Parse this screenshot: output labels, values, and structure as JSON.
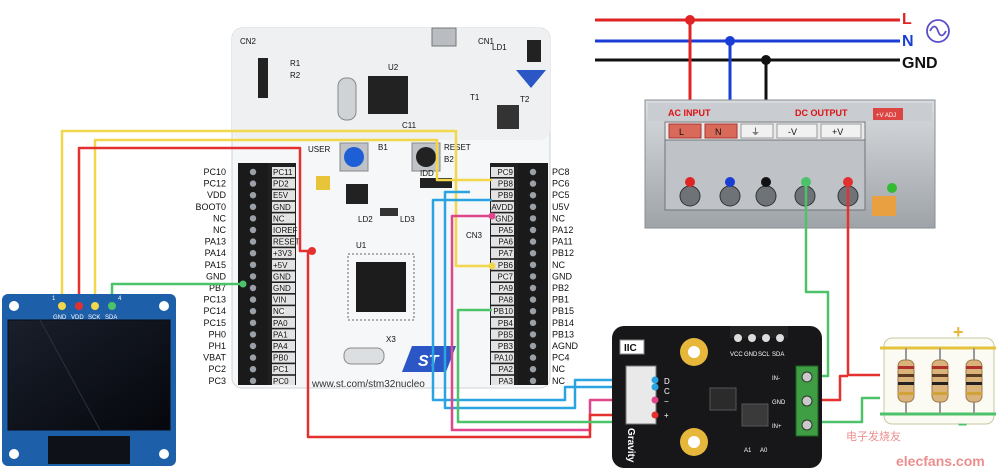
{
  "mains": {
    "labels": [
      {
        "text": "L",
        "color": "#e02424"
      },
      {
        "text": "N",
        "color": "#1a3dd6"
      },
      {
        "text": "GND",
        "color": "#111111"
      }
    ]
  },
  "oled": {
    "pins": [
      "GND",
      "VDD",
      "SCK",
      "SDA"
    ],
    "pin_numbers": [
      "1",
      "4"
    ]
  },
  "nucleo": {
    "left_outer": [
      "PC10",
      "PC12",
      "VDD",
      "BOOT0",
      "NC",
      "NC",
      "PA13",
      "PA14",
      "PA15",
      "GND",
      "PB7",
      "PC13",
      "PC14",
      "PC15",
      "PH0",
      "PH1",
      "VBAT",
      "PC2",
      "PC3"
    ],
    "left_inner": [
      "PC11",
      "PD2",
      "E5V",
      "GND",
      "NC",
      "IOREF",
      "RESET",
      "+3V3",
      "+5V",
      "GND",
      "GND",
      "VIN",
      "NC",
      "PA0",
      "PA1",
      "PA4",
      "PB0",
      "PC1",
      "PC0"
    ],
    "right_inner": [
      "PC9",
      "PB8",
      "PB9",
      "AVDD",
      "GND",
      "PA5",
      "PA6",
      "PA7",
      "PB6",
      "PC7",
      "PA9",
      "PA8",
      "PB10",
      "PB4",
      "PB5",
      "PB3",
      "PA10",
      "PA2",
      "PA3"
    ],
    "right_outer": [
      "PC8",
      "PC6",
      "PC5",
      "U5V",
      "NC",
      "PA12",
      "PA11",
      "PB12",
      "NC",
      "GND",
      "PB2",
      "PB1",
      "PB15",
      "PB14",
      "PB13",
      "AGND",
      "PC4",
      "NC",
      "NC"
    ],
    "board_url": "www.st.com/stm32nucleo",
    "logo": "ST",
    "silk": [
      "IDD",
      "B1",
      "RESET",
      "B2",
      "USER",
      "CN1",
      "CN2",
      "CN3",
      "LD1",
      "LD2",
      "LD3",
      "R1",
      "R2",
      "U1",
      "U2",
      "X3",
      "T1",
      "T2",
      "C11"
    ]
  },
  "sensor": {
    "header": "IIC",
    "brand": "Gravity",
    "left_pins": [
      "D",
      "C",
      "−",
      "+"
    ],
    "right_pins": [
      "IN-",
      "GND",
      "IN+"
    ],
    "top_pins": [
      "VCC",
      "GND",
      "SCL",
      "SDA"
    ],
    "bottom_pins": [
      "A1",
      "A0"
    ]
  },
  "psu": {
    "input_label": "AC INPUT",
    "output_label": "DC OUTPUT",
    "terminals": [
      "L",
      "N",
      "⏚",
      "-V",
      "+V"
    ],
    "adj": "+V ADJ"
  },
  "load": {
    "plus": "+",
    "minus": "−"
  },
  "watermark": {
    "text": "电子发烧友",
    "url": "elecfans.com"
  },
  "colors": {
    "live": "#e02424",
    "neutral": "#1a3dd6",
    "ground": "#111111",
    "yellow": "#f2d64b",
    "cyan": "#2aa4e0",
    "magenta": "#e0468c",
    "green": "#4cc26a",
    "red_wire": "#e53030"
  }
}
